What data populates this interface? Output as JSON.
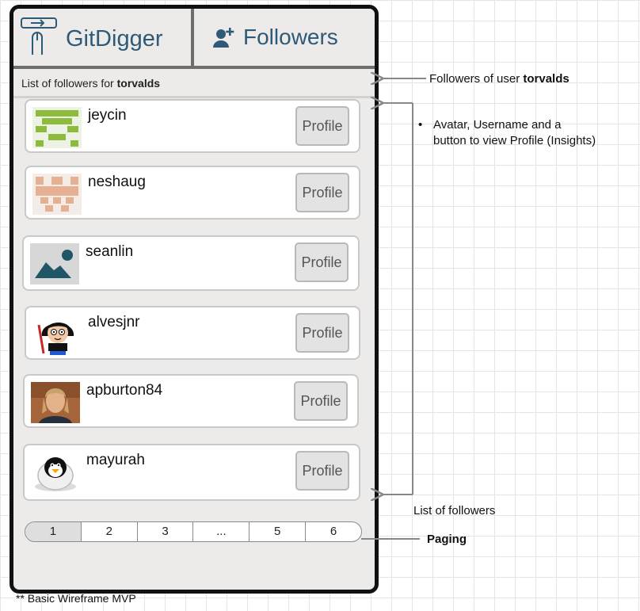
{
  "app": {
    "title": "GitDigger",
    "tab_label": "Followers"
  },
  "subheader": {
    "prefix": "List of followers for ",
    "user": "torvalds"
  },
  "followers": [
    {
      "username": "jeycin",
      "button": "Profile",
      "avatar": "green-identicon"
    },
    {
      "username": "neshaug",
      "button": "Profile",
      "avatar": "peach-identicon"
    },
    {
      "username": "seanlin",
      "button": "Profile",
      "avatar": "placeholder-image-icon"
    },
    {
      "username": "alvesjnr",
      "button": "Profile",
      "avatar": "cartoon-avatar"
    },
    {
      "username": "apburton84",
      "button": "Profile",
      "avatar": "photo-avatar"
    },
    {
      "username": "mayurah",
      "button": "Profile",
      "avatar": "penguin-avatar"
    }
  ],
  "pagination": {
    "pages": [
      "1",
      "2",
      "3",
      "...",
      "5",
      "6"
    ],
    "active": "1"
  },
  "annotations": {
    "followers_prefix": "Followers of user ",
    "followers_user": "torvalds",
    "bullet": "•",
    "item_desc_line1": "Avatar, Username and a",
    "item_desc_line2": "button to view Profile (Insights)",
    "list_label": "List of followers",
    "paging_label": "Paging",
    "footnote": "** Basic Wireframe MVP"
  },
  "colors": {
    "brand": "#2f5a77",
    "identicon_green": "#8dbb3c",
    "identicon_peach": "#e6b192",
    "placeholder_teal": "#1f5767"
  }
}
